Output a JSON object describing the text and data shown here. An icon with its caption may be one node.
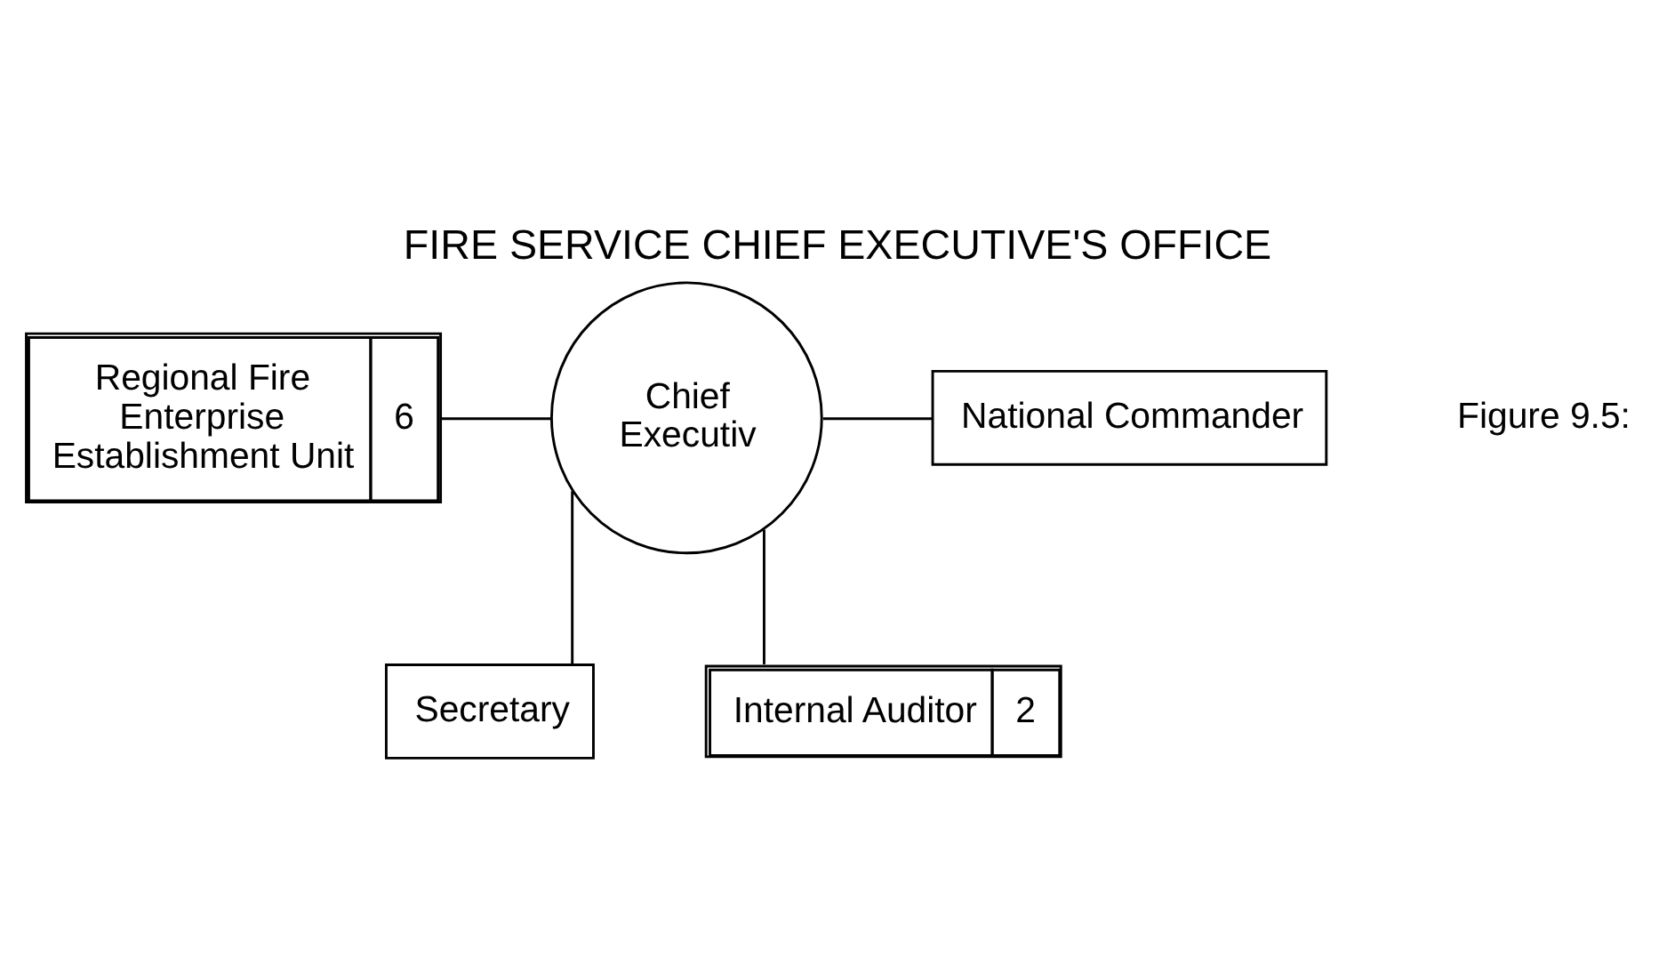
{
  "diagram": {
    "title": "FIRE SERVICE CHIEF EXECUTIVE'S OFFICE",
    "nodes": [
      {
        "text": [
          "Regional Fire Enterprise Establishment Unit",
          "6"
        ]
      },
      {
        "text": [
          "Chief Executiv"
        ]
      },
      {
        "text": [
          "National Commander"
        ]
      },
      {
        "text": [
          "Secretary"
        ]
      },
      {
        "text": [
          "Internal Auditor",
          "2"
        ]
      }
    ],
    "edges": [
      {
        "from": 0,
        "to": 1,
        "arrow": "none"
      },
      {
        "from": 1,
        "to": 2,
        "arrow": "none"
      },
      {
        "from": 1,
        "to": 3,
        "arrow": "none"
      },
      {
        "from": 1,
        "to": 4,
        "arrow": "none"
      }
    ],
    "labels": [
      "Figure 9.5:"
    ]
  }
}
